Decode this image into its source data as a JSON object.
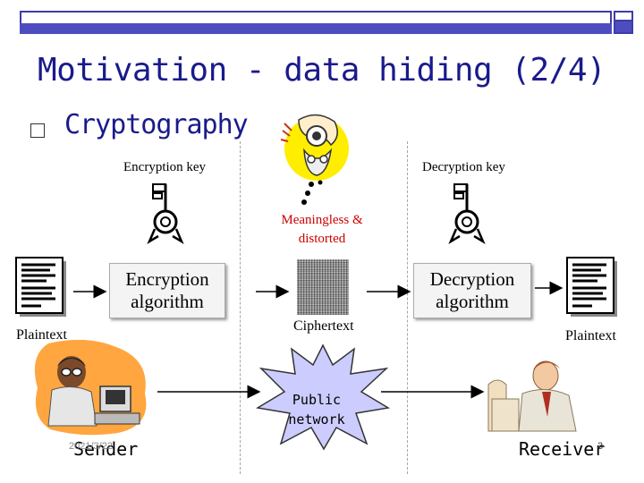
{
  "slide": {
    "title": "Motivation - data hiding (2/4)",
    "bullet": "Cryptography",
    "date": "2021/3/22",
    "page_number": "3"
  },
  "diagram": {
    "encryption_key_label": "Encryption key",
    "decryption_key_label": "Decryption key",
    "meaningless_label_line1": "Meaningless &",
    "meaningless_label_line2": "distorted",
    "encryption_algorithm_line1": "Encryption",
    "encryption_algorithm_line2": "algorithm",
    "decryption_algorithm_line1": "Decryption",
    "decryption_algorithm_line2": "algorithm",
    "plaintext_left": "Plaintext",
    "plaintext_right": "Plaintext",
    "ciphertext_label": "Ciphertext",
    "public_network_line1": "Public",
    "public_network_line2": "network",
    "sender_label": "Sender",
    "receiver_label": "Receiver"
  },
  "colors": {
    "title": "#1a1a8c",
    "header_bar": "#4d4dc0",
    "burst_fill": "#ccccff",
    "blob_fill": "#ffa640",
    "label_red": "#cc0000"
  }
}
